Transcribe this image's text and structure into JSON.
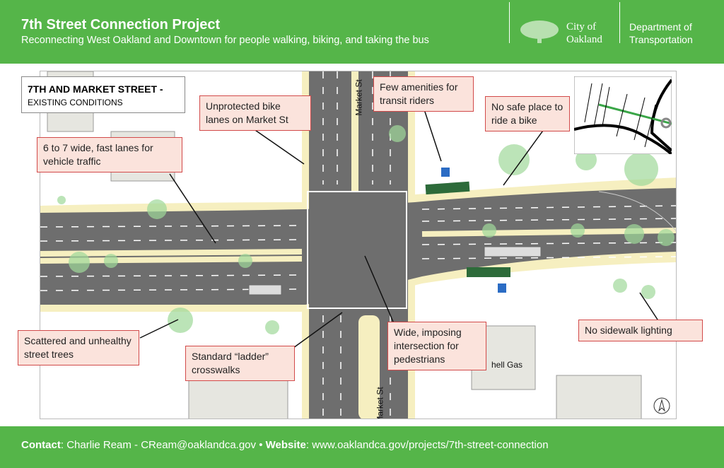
{
  "header": {
    "title": "7th Street Connection Project",
    "subtitle": "Reconnecting West Oakland and Downtown for people walking, biking, and taking the bus",
    "city_line1": "City of",
    "city_line2": "Oakland",
    "dept_line1": "Department of",
    "dept_line2": "Transportation"
  },
  "panel": {
    "title": "7TH AND MARKET STREET -",
    "subtitle": "EXISTING CONDITIONS"
  },
  "callouts": [
    "Unprotected bike lanes on Market St",
    "Few amenities for transit riders",
    "No safe place to ride a bike",
    "6 to 7 wide, fast lanes for vehicle traffic",
    "Scattered and unhealthy street trees",
    "Standard “ladder” crosswalks",
    "Wide, imposing intersection for pedestrians",
    "No sidewalk lighting"
  ],
  "map_labels": {
    "street_north": "Market St",
    "street_south": "Market St",
    "gas": "hell Gas"
  },
  "footer": {
    "contact_label": "Contact",
    "contact": "Charlie Ream - CReam@oaklandca.gov",
    "sep": "•",
    "website_label": "Website",
    "website": "www.oaklandca.gov/projects/7th-street-connection"
  },
  "colors": {
    "brand_green": "#55b549",
    "callout_border": "#d24a4a",
    "callout_fill": "#fbe3dc"
  }
}
